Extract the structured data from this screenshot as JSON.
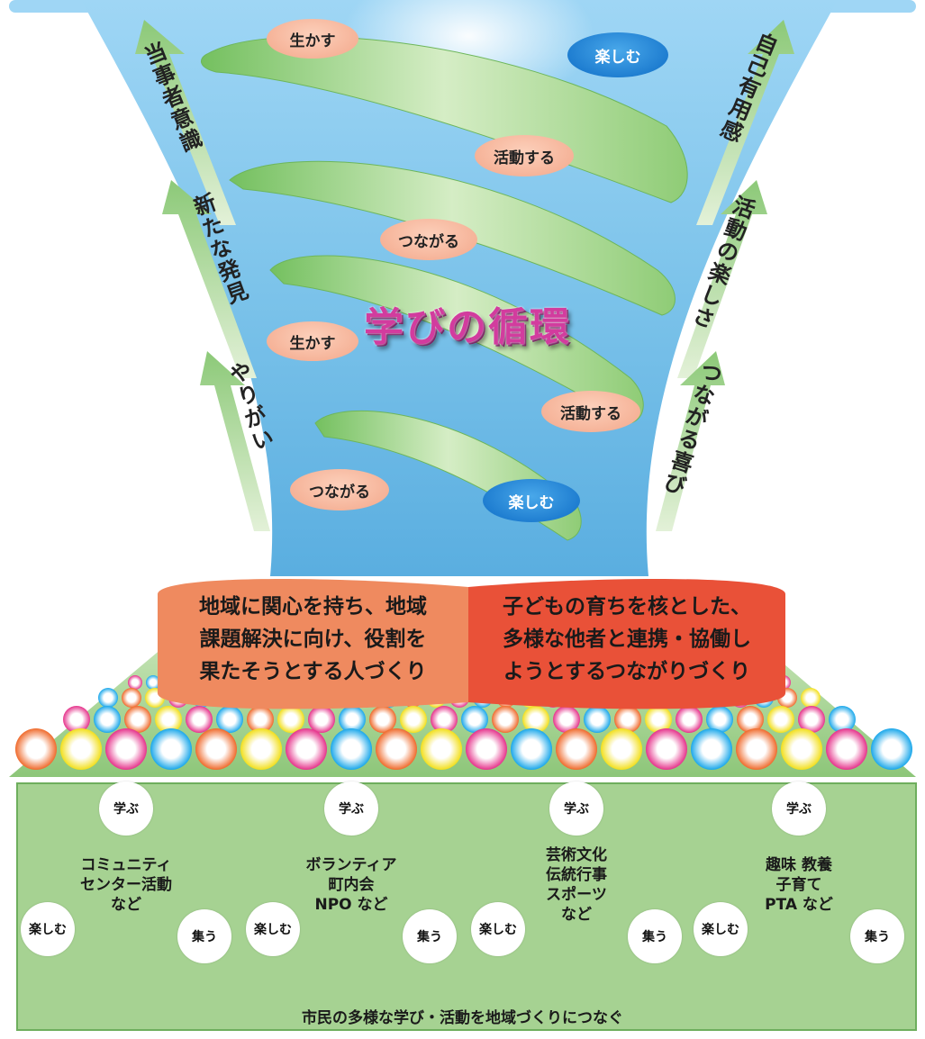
{
  "title": "学びの循環",
  "spiral_labels": {
    "ikasu_top": "生かす",
    "tanoshimu_top": "楽しむ",
    "katsudou_1": "活動する",
    "tsunagaru_1": "つながる",
    "ikasu_2": "生かす",
    "katsudou_2": "活動する",
    "tsunagaru_2": "つながる",
    "tanoshimu_2": "楽しむ"
  },
  "left_arrows": [
    "当事者意識",
    "新たな発見",
    "やりがい"
  ],
  "right_arrows": [
    "自己有用感",
    "活動の楽しさ",
    "つながる喜び"
  ],
  "goal_boxes": {
    "left": [
      "地域に関心を持ち、地域",
      "課題解決に向け、役割を",
      "果たそうとする人づくり"
    ],
    "right": [
      "子どもの育ちを核とした、",
      "多様な他者と連携・協働し",
      "ようとするつながりづくり"
    ]
  },
  "cycles": [
    {
      "color": "#1aa7ea",
      "center": [
        "コミュニティ",
        "センター活動",
        "など"
      ],
      "top": "学ぶ",
      "right": "集う",
      "left": "楽しむ"
    },
    {
      "color": "#ef6a2c",
      "center": [
        "ボランティア",
        "町内会",
        "NPO など"
      ],
      "top": "学ぶ",
      "right": "集う",
      "left": "楽しむ"
    },
    {
      "color": "#f5e51e",
      "center": [
        "芸術文化",
        "伝統行事",
        "スポーツ",
        "など"
      ],
      "top": "学ぶ",
      "right": "集う",
      "left": "楽しむ"
    },
    {
      "color": "#e5338b",
      "center": [
        "趣味 教養",
        "子育て",
        "PTA など"
      ],
      "top": "学ぶ",
      "right": "集う",
      "left": "楽しむ"
    }
  ],
  "footer": "市民の多様な学び・活動を地域づくりにつなぐ",
  "colors": {
    "funnel": "#7cc3ea",
    "arrow": "#a6d292",
    "box_left": "#ef8a5f",
    "box_right": "#e95138",
    "title": "#d23c9e"
  }
}
